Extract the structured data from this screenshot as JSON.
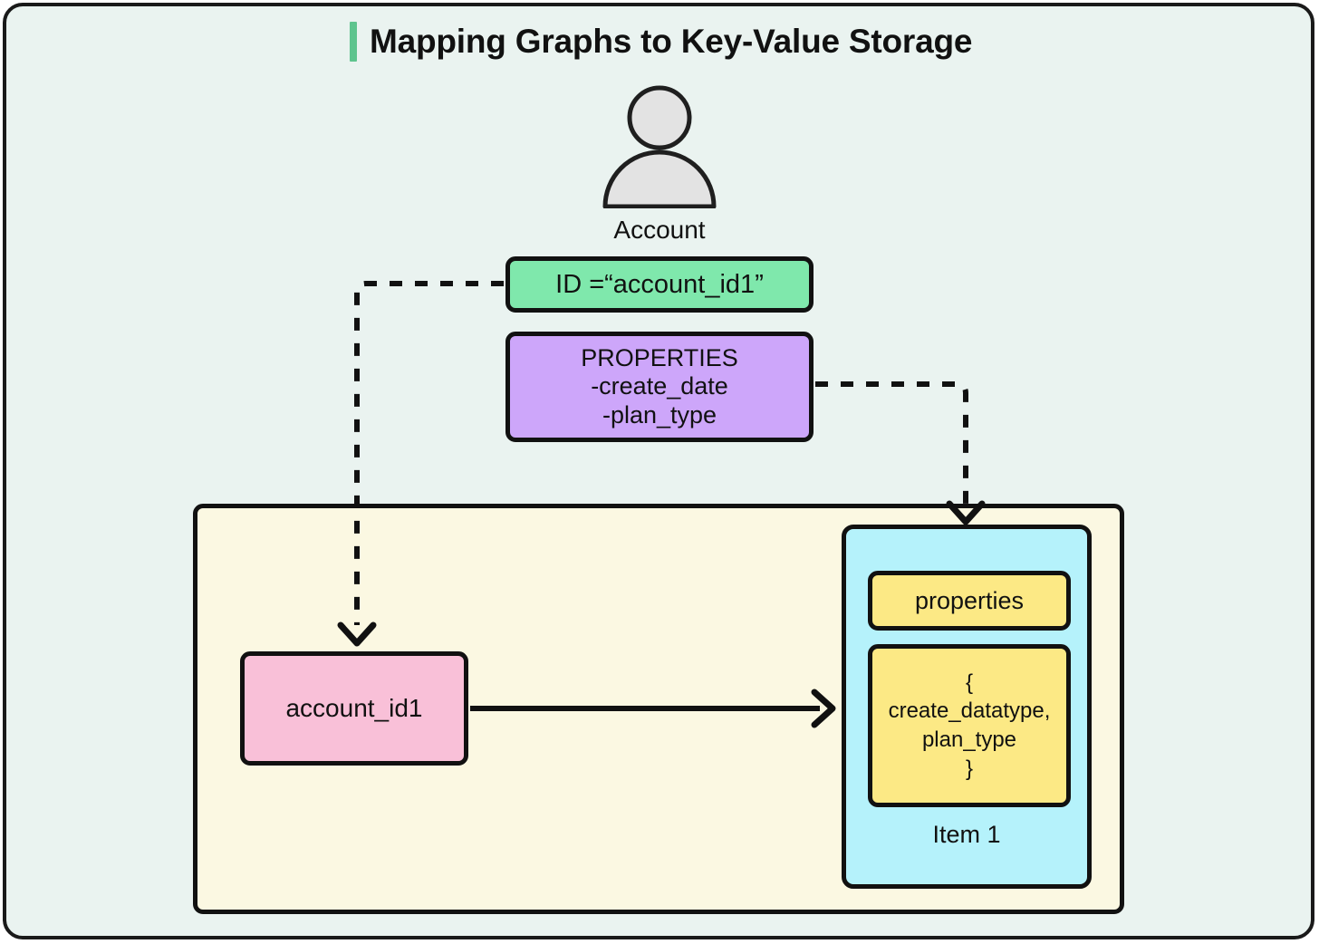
{
  "page": {
    "title": "Mapping Graphs to Key-Value Storage",
    "accent_color": "#5EC48E",
    "background_color": "#EAF3F0",
    "border_color": "#111111"
  },
  "graph_side": {
    "entity": {
      "icon": "person-icon",
      "label": "Account",
      "icon_fill": "#E3E3E3"
    },
    "id_box": {
      "text": "ID =“account_id1”",
      "color": "#7FE8AC"
    },
    "properties_box": {
      "heading": "PROPERTIES",
      "items": [
        "-create_date",
        "-plan_type"
      ],
      "color": "#CDA6FA"
    }
  },
  "store": {
    "background_color": "#FBF8E2",
    "key_box": {
      "text": "account_id1",
      "color": "#F9C0D8"
    },
    "item": {
      "label": "Item 1",
      "color": "#B5F2FB",
      "field_color": "#FCE985",
      "attribute_name": "properties",
      "attribute_value_lines": [
        "{",
        "create_datatype,",
        "plan_type",
        "}"
      ]
    }
  },
  "connectors": [
    {
      "name": "id-to-key",
      "style": "dashed",
      "from": "id_box",
      "to": "key_box"
    },
    {
      "name": "properties-to-item",
      "style": "dashed",
      "from": "properties_box",
      "to": "item"
    },
    {
      "name": "key-to-value",
      "style": "solid",
      "from": "key_box",
      "to": "item"
    }
  ]
}
